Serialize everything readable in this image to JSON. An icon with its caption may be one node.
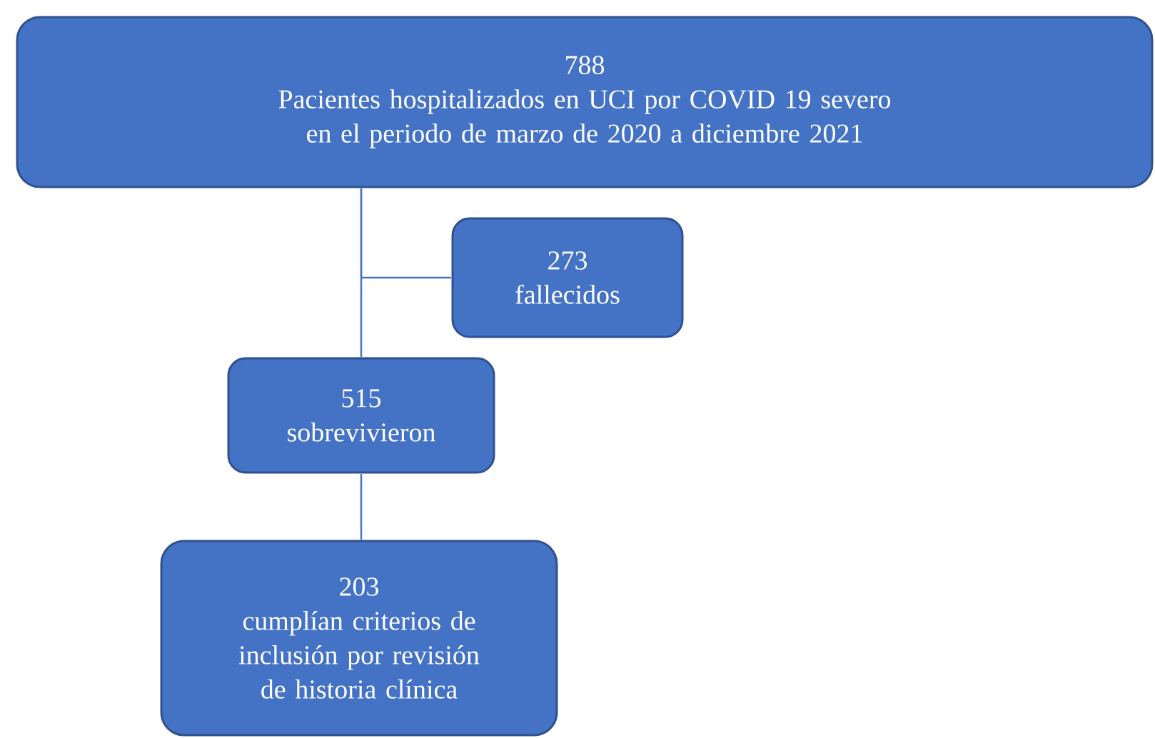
{
  "diagram": {
    "nodes": [
      {
        "text": [
          "788",
          "Pacientes hospitalizados en UCI por COVID 19 severo en el periodo de marzo de 2020 a diciembre 2021"
        ]
      },
      {
        "text": [
          "273",
          "fallecidos"
        ]
      },
      {
        "text": [
          "515",
          "sobrevivieron"
        ]
      },
      {
        "text": [
          "203",
          "cumplían criterios de inclusión por revisión de historia clínica"
        ]
      }
    ],
    "edges": [
      {
        "from": 0,
        "to": 2,
        "arrow": "none"
      },
      {
        "from": 0,
        "to": 1,
        "arrow": "none"
      },
      {
        "from": 2,
        "to": 3,
        "arrow": "none"
      }
    ]
  }
}
